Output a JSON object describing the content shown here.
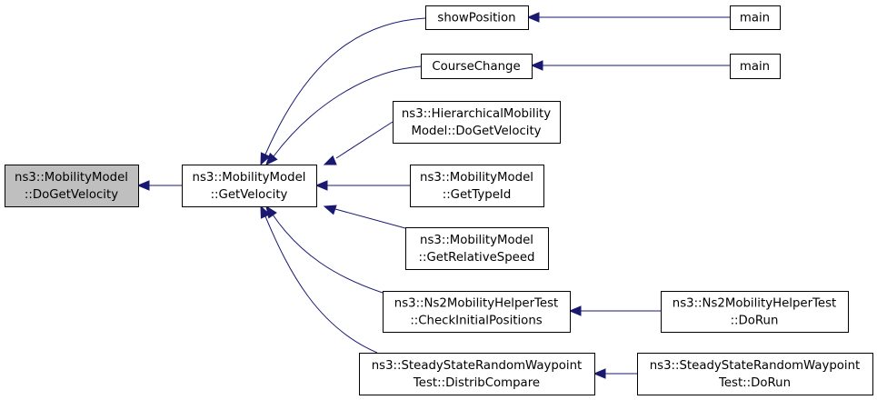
{
  "graph": {
    "nodes": [
      {
        "id": "do-get-velocity",
        "lines": [
          "ns3::MobilityModel",
          "::DoGetVelocity"
        ],
        "highlight": true
      },
      {
        "id": "get-velocity",
        "lines": [
          "ns3::MobilityModel",
          "::GetVelocity"
        ]
      },
      {
        "id": "show-position",
        "lines": [
          "showPosition"
        ]
      },
      {
        "id": "main-1",
        "lines": [
          "main"
        ]
      },
      {
        "id": "course-change",
        "lines": [
          "CourseChange"
        ]
      },
      {
        "id": "main-2",
        "lines": [
          "main"
        ]
      },
      {
        "id": "hierarchical-do-get-velocity",
        "lines": [
          "ns3::HierarchicalMobility",
          "Model::DoGetVelocity"
        ]
      },
      {
        "id": "get-type-id",
        "lines": [
          "ns3::MobilityModel",
          "::GetTypeId"
        ]
      },
      {
        "id": "get-relative-speed",
        "lines": [
          "ns3::MobilityModel",
          "::GetRelativeSpeed"
        ]
      },
      {
        "id": "check-initial-positions",
        "lines": [
          "ns3::Ns2MobilityHelperTest",
          "::CheckInitialPositions"
        ]
      },
      {
        "id": "ns2-do-run",
        "lines": [
          "ns3::Ns2MobilityHelperTest",
          "::DoRun"
        ]
      },
      {
        "id": "distrib-compare",
        "lines": [
          "ns3::SteadyStateRandomWaypoint",
          "Test::DistribCompare"
        ]
      },
      {
        "id": "steady-do-run",
        "lines": [
          "ns3::SteadyStateRandomWaypoint",
          "Test::DoRun"
        ]
      }
    ],
    "edges": [
      {
        "from": "get-velocity",
        "to": "do-get-velocity"
      },
      {
        "from": "show-position",
        "to": "get-velocity"
      },
      {
        "from": "course-change",
        "to": "get-velocity"
      },
      {
        "from": "hierarchical-do-get-velocity",
        "to": "get-velocity"
      },
      {
        "from": "get-type-id",
        "to": "get-velocity"
      },
      {
        "from": "get-relative-speed",
        "to": "get-velocity"
      },
      {
        "from": "check-initial-positions",
        "to": "get-velocity"
      },
      {
        "from": "distrib-compare",
        "to": "get-velocity"
      },
      {
        "from": "main-1",
        "to": "show-position"
      },
      {
        "from": "main-2",
        "to": "course-change"
      },
      {
        "from": "ns2-do-run",
        "to": "check-initial-positions"
      },
      {
        "from": "steady-do-run",
        "to": "distrib-compare"
      }
    ]
  }
}
